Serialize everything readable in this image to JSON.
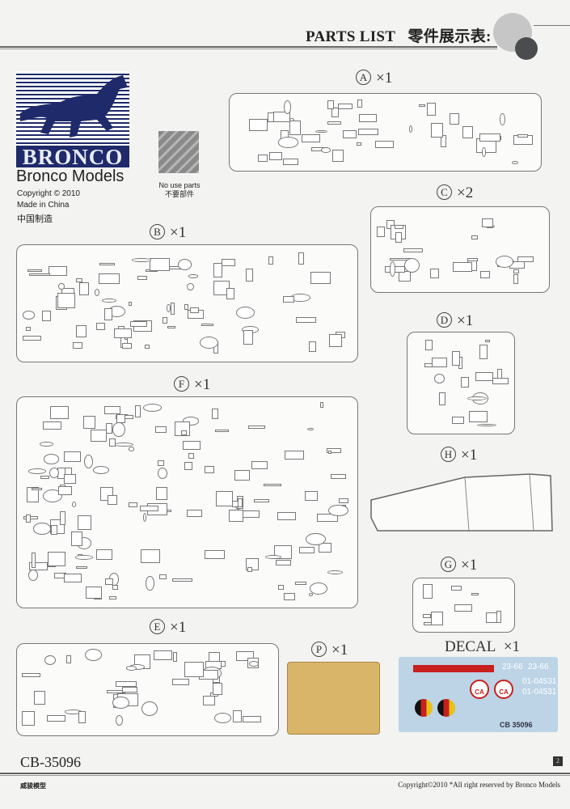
{
  "header": {
    "title": "PARTS LIST",
    "title_cn": "零件展示表:"
  },
  "brand": {
    "logo_text": "BRONCO",
    "name": "Bronco Models",
    "copyright": "Copyright © 2010",
    "made_in": "Made in China",
    "made_in_cn": "中国制造"
  },
  "legend": {
    "no_use_parts": "No use parts",
    "no_use_parts_cn": "不要部件"
  },
  "sprues": [
    {
      "letter": "A",
      "qty": "×1"
    },
    {
      "letter": "B",
      "qty": "×1"
    },
    {
      "letter": "C",
      "qty": "×2"
    },
    {
      "letter": "D",
      "qty": "×1"
    },
    {
      "letter": "F",
      "qty": "×1"
    },
    {
      "letter": "H",
      "qty": "×1"
    },
    {
      "letter": "G",
      "qty": "×1"
    },
    {
      "letter": "E",
      "qty": "×1"
    },
    {
      "letter": "P",
      "qty": "×1"
    }
  ],
  "decal": {
    "label": "DECAL",
    "qty": "×1",
    "plate1": "23-66",
    "plate2": "01-04531",
    "code": "CB 35096",
    "badge": "CA"
  },
  "footer": {
    "kit_code": "CB-35096",
    "brand_cn": "威骏模型",
    "copyright": "Copyright©2010 *All right reserved by Bronco Models",
    "page": "2"
  },
  "colors": {
    "brand_blue": "#1f2a6b",
    "photo_etch": "#d9b56a",
    "decal_sheet": "#bcd4e6",
    "decal_red": "#c8201c"
  }
}
